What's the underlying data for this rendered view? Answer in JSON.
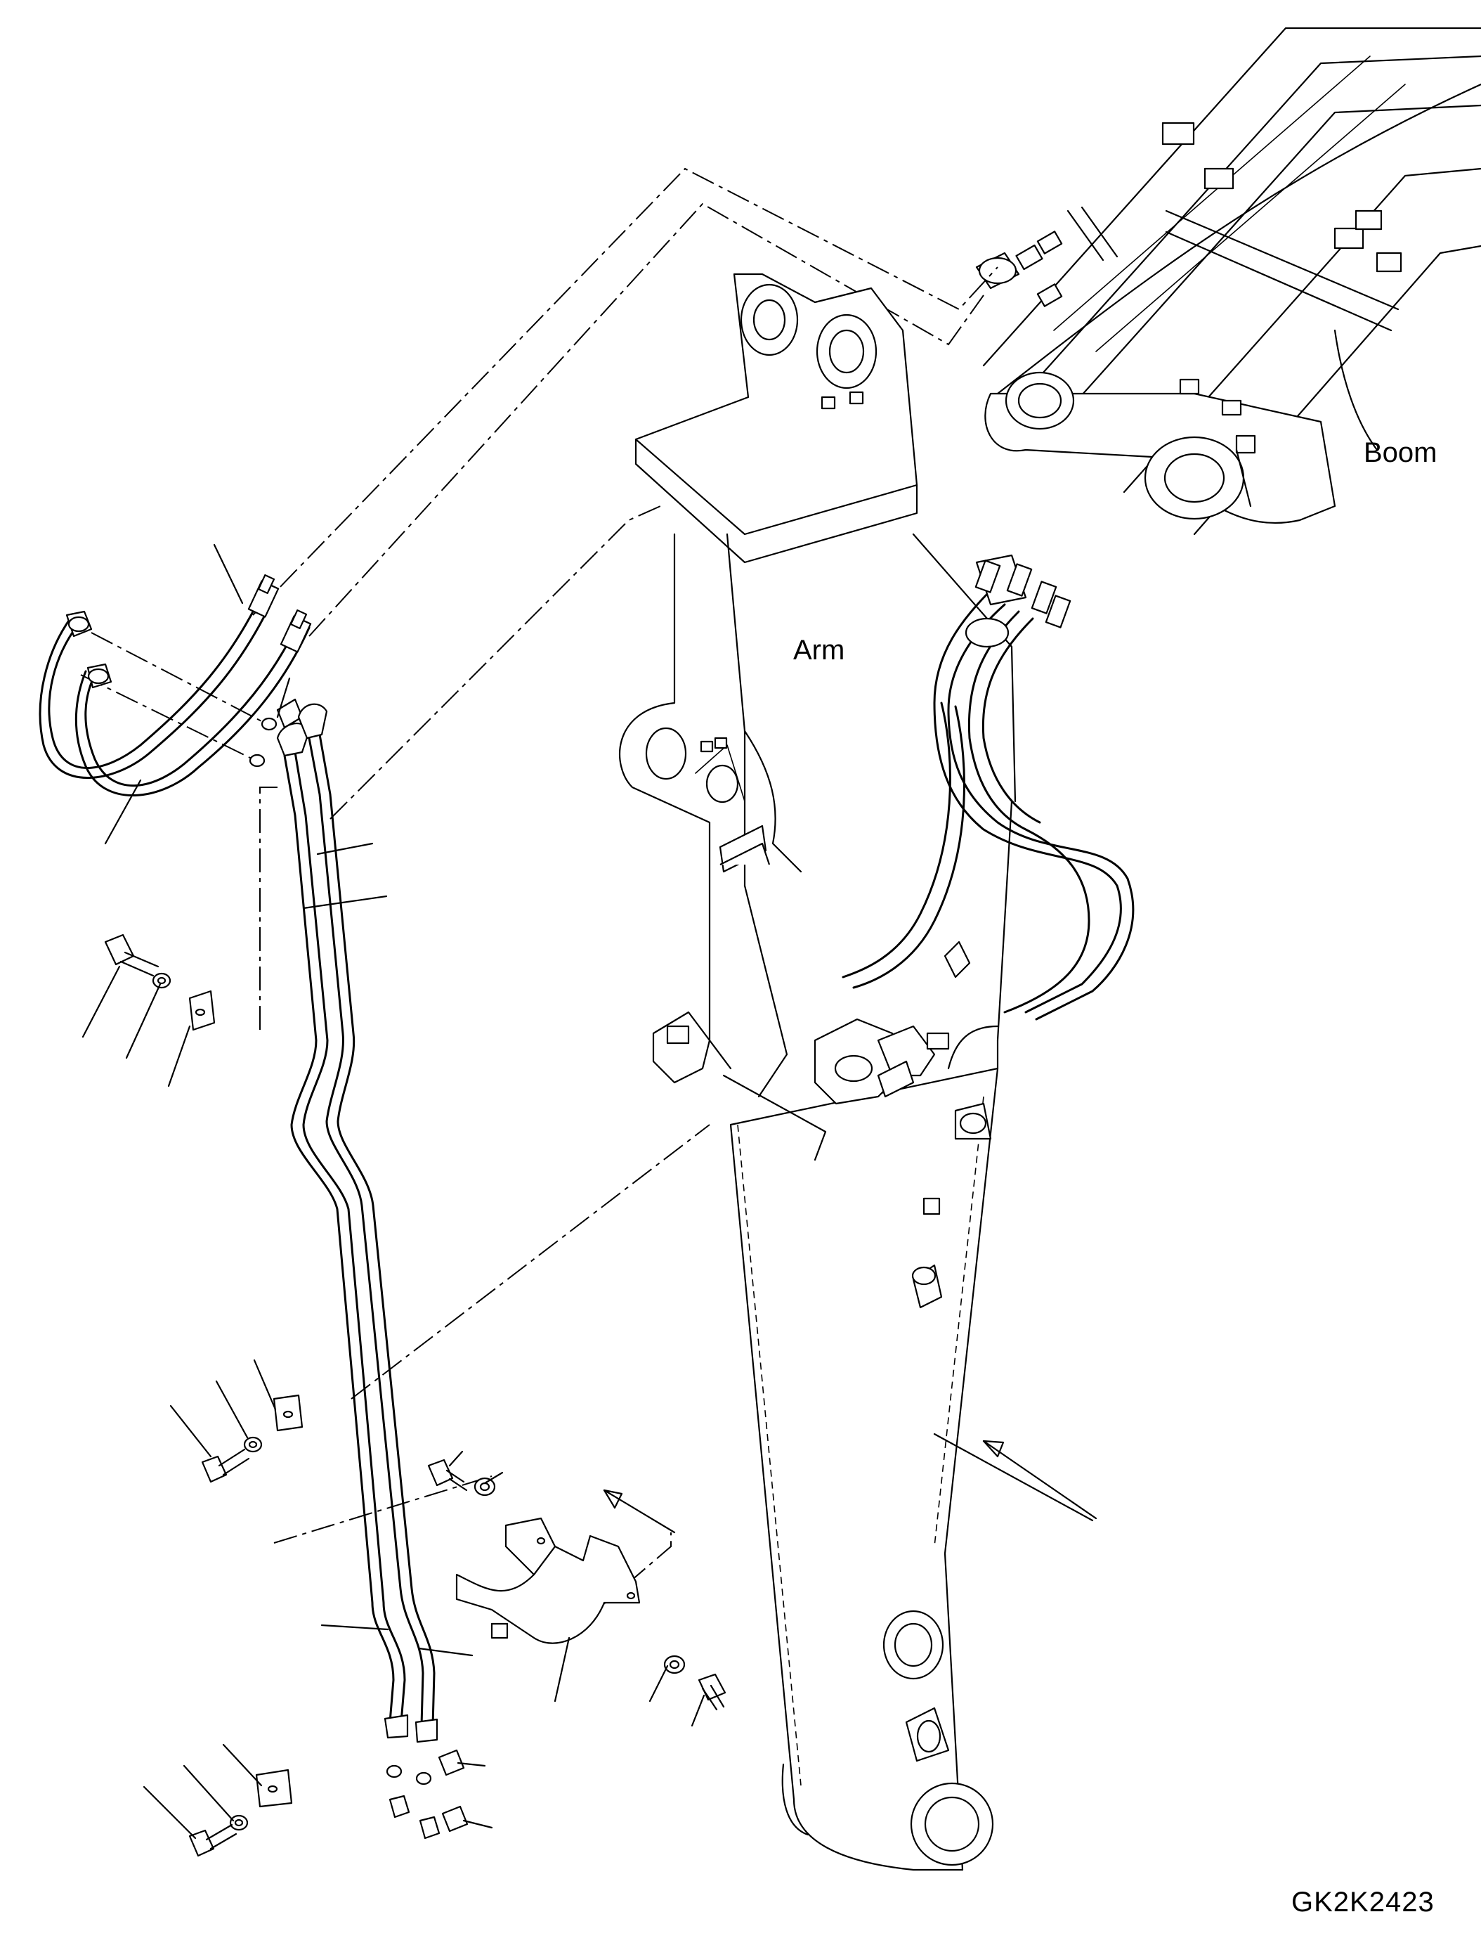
{
  "diagram": {
    "labels": {
      "boom": "Boom",
      "arm": "Arm"
    },
    "drawing_code": "GK2K2423"
  }
}
